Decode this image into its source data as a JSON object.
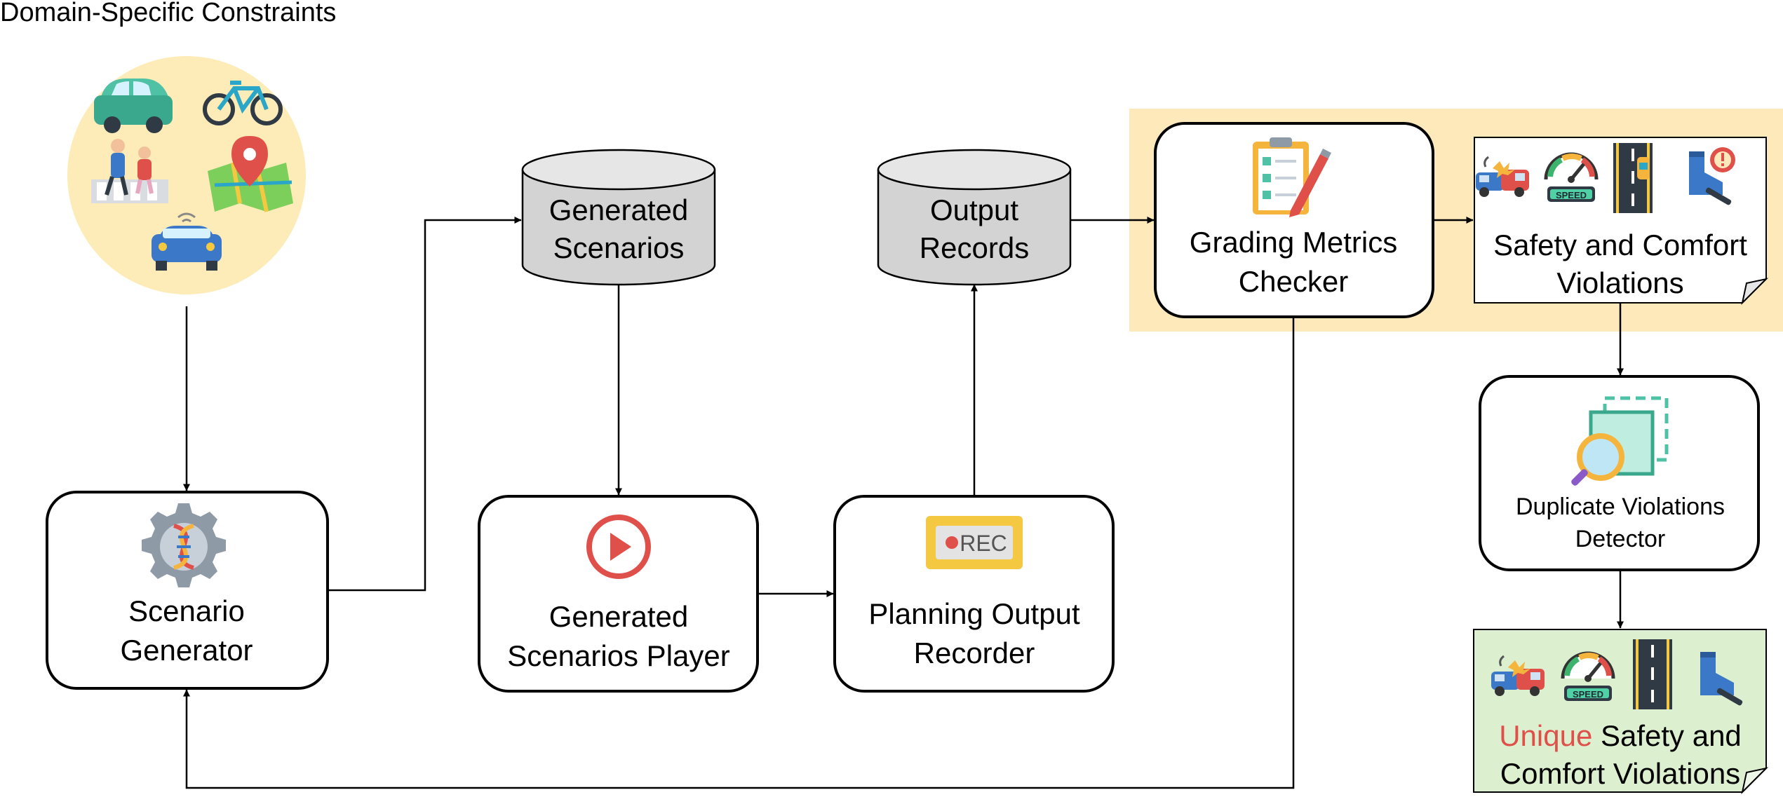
{
  "title": "Domain-Specific Constraints",
  "colors": {
    "constraints_circle": "#fdecb8",
    "grading_panel": "#fde9ba",
    "database": "#d3d3d3",
    "unique_note": "#dcefcf",
    "unique_highlight": "#e0504a"
  },
  "constraint_icons": [
    "car-icon",
    "bicycle-icon",
    "pedestrians-icon",
    "map-pin-icon",
    "connected-car-icon"
  ],
  "nodes": {
    "scenario_generator": {
      "line1": "Scenario",
      "line2": "Generator",
      "icon": "dna-gear-icon"
    },
    "generated_scenarios_db": {
      "line1": "Generated",
      "line2": "Scenarios"
    },
    "scenarios_player": {
      "line1": "Generated",
      "line2": "Scenarios Player",
      "icon": "play-icon"
    },
    "output_recorder": {
      "line1": "Planning Output",
      "line2": "Recorder",
      "icon": "rec-icon",
      "icon_text": "REC"
    },
    "output_records_db": {
      "line1": "Output",
      "line2": "Records"
    },
    "grading_checker": {
      "line1": "Grading Metrics",
      "line2": "Checker",
      "icon": "clipboard-checklist-icon"
    },
    "violations": {
      "line1": "Safety and Comfort",
      "line2": "Violations"
    },
    "duplicate_detector": {
      "line1": "Duplicate Violations",
      "line2": "Detector",
      "icon": "magnifier-copy-icon"
    },
    "unique_violations": {
      "highlight": "Unique",
      "line1_rest": " Safety and",
      "line2": "Comfort Violations"
    }
  },
  "violation_icons": [
    "car-crash-icon",
    "speedometer-icon",
    "lane-icon",
    "brake-pedal-icon"
  ],
  "speed_label": "SPEED"
}
